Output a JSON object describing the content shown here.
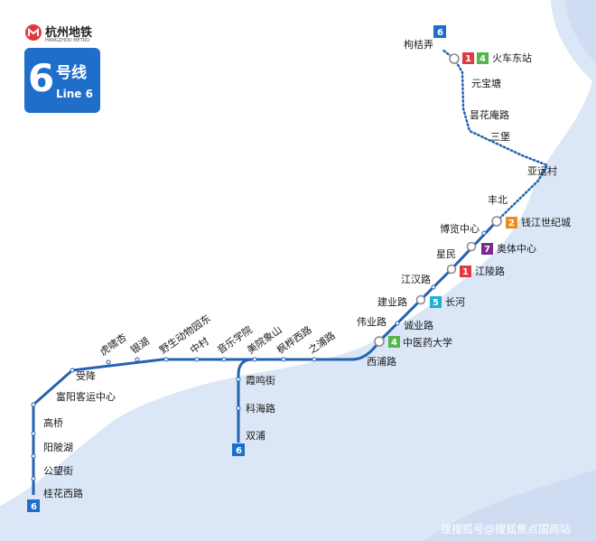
{
  "logo": {
    "name_cn": "杭州地铁",
    "name_en": "HANGZHOU METRO"
  },
  "line_panel": {
    "number": "6",
    "name_cn": "号线",
    "name_en": "Line 6"
  },
  "colors": {
    "line6": "#2563b0",
    "water": "#dbe6f6",
    "land": "#ffffff",
    "accent": "#1f6ec9",
    "line1": "#e03a41",
    "line2": "#ef8a1d",
    "line4": "#56b64a",
    "line5": "#1fb0d4",
    "line7": "#7a2b8e"
  },
  "terminal_badge": "6",
  "stations": [
    {
      "name": "枸桔弄",
      "transfer": true,
      "badges": [
        "1",
        "4"
      ],
      "badge_label": "火车东站"
    },
    {
      "name": "元宝塘"
    },
    {
      "name": "昙花庵路"
    },
    {
      "name": "三堡"
    },
    {
      "name": "亚运村"
    },
    {
      "name": "丰北",
      "transfer": true,
      "badges": [
        "2"
      ],
      "badge_label": "钱江世纪城"
    },
    {
      "name": "博览中心",
      "transfer": true,
      "badges": [
        "7"
      ],
      "badge_label": "奥体中心"
    },
    {
      "name": "星民",
      "transfer": true,
      "badges": [
        "1"
      ],
      "badge_label": "江陵路"
    },
    {
      "name": "江汉路"
    },
    {
      "name": "建业路",
      "transfer": true,
      "badges": [
        "5"
      ],
      "badge_label": "长河"
    },
    {
      "name": "诚业路"
    },
    {
      "name": "伟业路"
    },
    {
      "name": "西浦路",
      "transfer": true,
      "badges": [
        "4"
      ],
      "badge_label": "中医药大学"
    },
    {
      "name": "之浦路"
    },
    {
      "name": "枫桦西路"
    },
    {
      "name": "美院象山"
    },
    {
      "name": "音乐学院"
    },
    {
      "name": "中村"
    },
    {
      "name": "野生动物园东"
    },
    {
      "name": "银湖"
    },
    {
      "name": "虎啸杏"
    },
    {
      "name": "受降"
    },
    {
      "name": "富阳客运中心"
    },
    {
      "name": "高桥"
    },
    {
      "name": "阳陂湖"
    },
    {
      "name": "公望街"
    },
    {
      "name": "桂花西路"
    }
  ],
  "branch_stations": [
    {
      "name": "霞鸣街"
    },
    {
      "name": "科海路"
    },
    {
      "name": "双浦"
    }
  ],
  "watermark": "搜搜狐号@搜狐焦点国商站"
}
